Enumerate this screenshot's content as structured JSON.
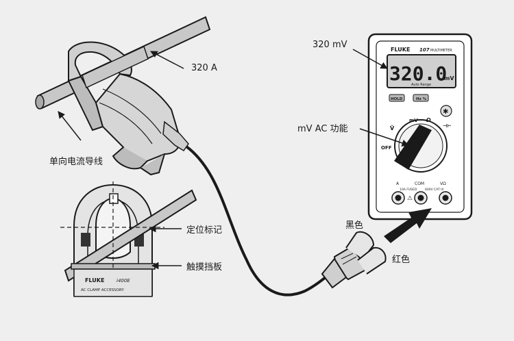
{
  "labels": {
    "current_reading": "320 A",
    "conductor": "单向电流导线",
    "alignment_marks": "定位标记",
    "finger_guard": "触摸挡板",
    "mv_reading": "320 mV",
    "mv_ac_function": "mV AC 功能",
    "black_lead": "黑色",
    "red_lead": "红色"
  },
  "meter": {
    "brand": "FLUKE",
    "model": "107",
    "type": "MULTIMETER",
    "display_value": "320.0",
    "display_unit": "mV",
    "auto_range": "Auto Range",
    "hold_button": "HOLD",
    "hz_button": "Hz %",
    "dial_off": "OFF",
    "dial_v_ac": "Ṽ",
    "dial_mv": "mV",
    "dial_ohm": "Ω",
    "dial_cap": "⊣⊢",
    "jack_a": "A",
    "jack_com": "COM",
    "jack_v": "VΩ",
    "jack_fused": "10A FUSED",
    "jack_cat": "600V CAT III"
  },
  "clamp": {
    "brand": "FLUKE",
    "model": "i400E",
    "subtitle": "AC CLAMP ACCESSORY"
  },
  "colors": {
    "background": "#efefef",
    "line": "#1a1a1a",
    "meter_body": "#ffffff",
    "display_bg": "#cfcfcf",
    "clamp_shade": "#bcbcbc"
  }
}
